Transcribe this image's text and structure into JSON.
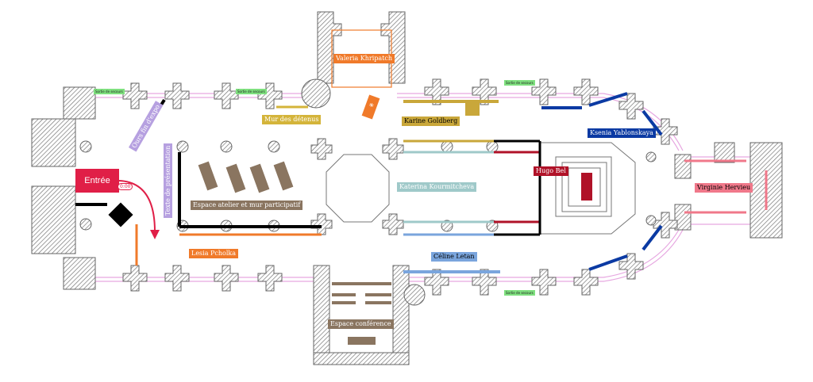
{
  "entrance": {
    "label": "Entrée",
    "time": "0:00"
  },
  "emergency_exit": "Sortie de secours",
  "exhibits": {
    "valeria": {
      "label": "Valeria Khripatch",
      "color": "#f07a2a"
    },
    "mur_detenus": {
      "label": "Mur des détenus",
      "color": "#d4b43a"
    },
    "karine": {
      "label": "Karine Goldberg",
      "color": "#c9a73a"
    },
    "ksenia": {
      "label": "Ksenia Yablonskaya",
      "color": "#0b3aa3"
    },
    "hugo": {
      "label": "Hugo Bel",
      "color": "#b01228"
    },
    "katerina": {
      "label": "Katerina Kourmitcheva",
      "color": "#9fc9c9"
    },
    "virginie": {
      "label": "Virginie Hervieu",
      "color": "#f0788a"
    },
    "celine": {
      "label": "Céline Letan",
      "color": "#7aa5dd"
    },
    "lesia": {
      "label": "Lesia Pcholka",
      "color": "#f07a2a"
    },
    "ours": {
      "label": "Ours fin d'expo",
      "color": "#b6a0e0"
    },
    "texte": {
      "label": "Texte de présentation",
      "color": "#b6a0e0"
    },
    "atelier": {
      "label": "Espace atelier et mur participatif",
      "color": "#8a7560"
    },
    "conference": {
      "label": "Espace conférence",
      "color": "#8a7560"
    }
  }
}
